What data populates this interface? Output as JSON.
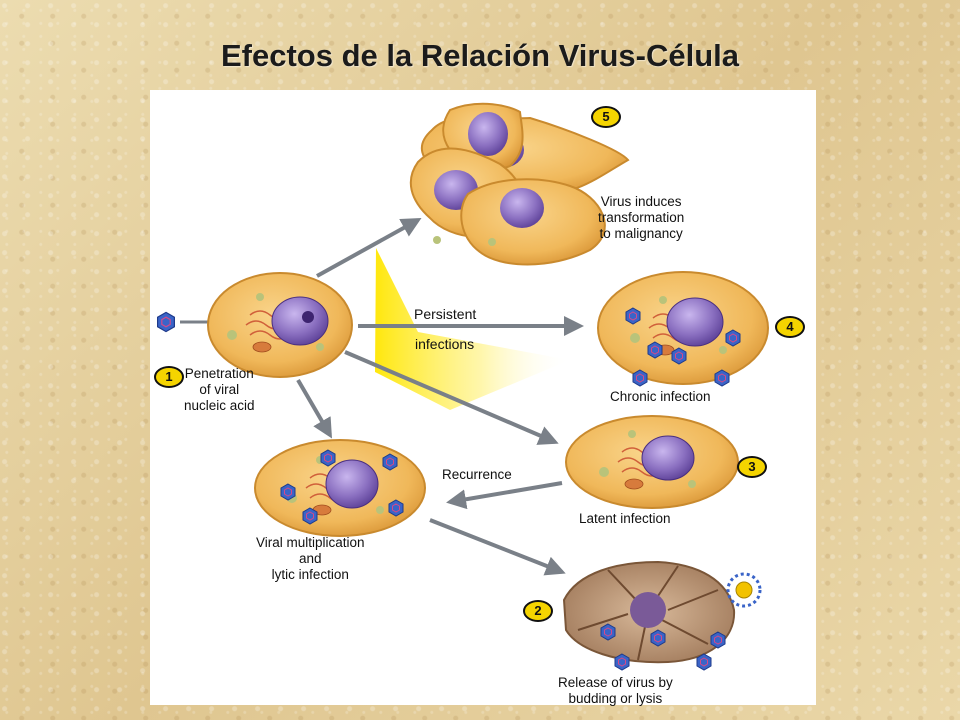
{
  "slide": {
    "title": "Efectos de la Relación Virus-Célula"
  },
  "diagram": {
    "steps": [
      {
        "number": "1",
        "label_lines": [
          "Penetration",
          "of viral",
          "nucleic acid"
        ]
      },
      {
        "number": "2",
        "label_lines": [
          "Release of virus by",
          "budding or lysis"
        ]
      },
      {
        "number": "3",
        "label_lines": [
          "Latent infection"
        ]
      },
      {
        "number": "4",
        "label_lines": [
          "Chronic infection"
        ]
      },
      {
        "number": "5",
        "label_lines": [
          "Virus induces",
          "transformation",
          "to malignancy"
        ]
      }
    ],
    "lytic_label_lines": [
      "Viral multiplication",
      "and",
      "lytic infection"
    ],
    "persistent_label": "Persistent",
    "infections_label": "infections",
    "recurrence_label": "Recurrence"
  },
  "colors": {
    "cell_fill": "#f0b85a",
    "cell_edge": "#c98a2e",
    "nucleus": "#8a6fc0",
    "virus": "#3a64c8",
    "badge": "#f5d400",
    "arrow": "#7a8088"
  }
}
